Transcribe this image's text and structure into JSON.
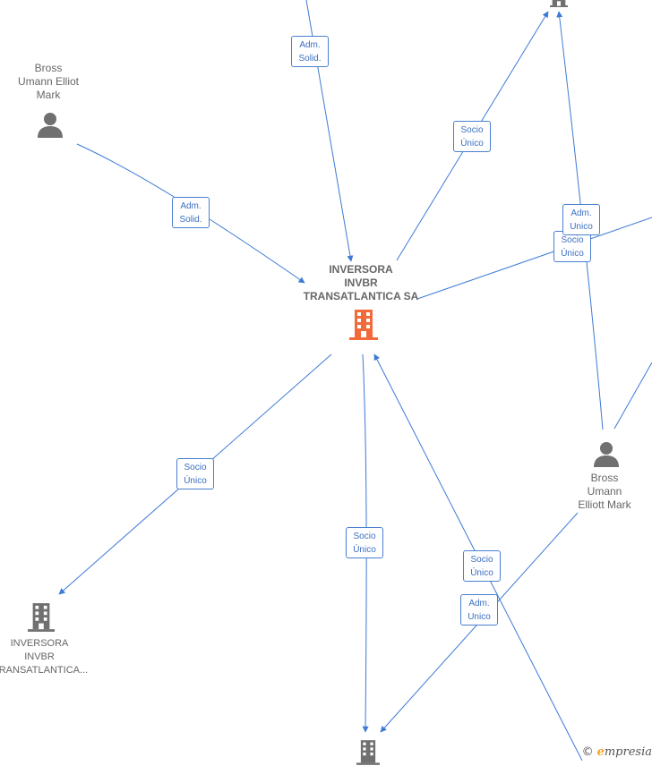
{
  "nodes": {
    "main": {
      "lines": [
        "INVERSORA",
        "INVBR",
        "TRANSATLANTICA SA"
      ]
    },
    "person_left": {
      "lines": [
        "Bross",
        "Umann Elliot",
        "Mark"
      ]
    },
    "person_right": {
      "lines": [
        "Bross",
        "Umann",
        "Elliott Mark"
      ]
    },
    "company_left": {
      "lines": [
        "INVERSORA",
        "INVBR",
        "TRANSATLANTICA..."
      ]
    }
  },
  "edge_labels": {
    "top_adm": [
      "Adm.",
      "Solid."
    ],
    "left_adm": [
      "Adm.",
      "Solid."
    ],
    "top_socio": [
      "Socio",
      "Único"
    ],
    "right_adm": [
      "Adm.",
      "Unico"
    ],
    "right_socio": [
      "Socio",
      "Único"
    ],
    "left_socio": [
      "Socio",
      "Único"
    ],
    "center_socio": [
      "Socio",
      "Único"
    ],
    "bottom_socio": [
      "Socio",
      "Único"
    ],
    "bottom_adm": [
      "Adm.",
      "Unico"
    ]
  },
  "watermark": {
    "copyright": "©",
    "brand_initial": "e",
    "brand_rest": "mpresia"
  },
  "colors": {
    "edge": "#3d7ad6",
    "main_icon": "#f26a3a",
    "icon": "#707070"
  }
}
